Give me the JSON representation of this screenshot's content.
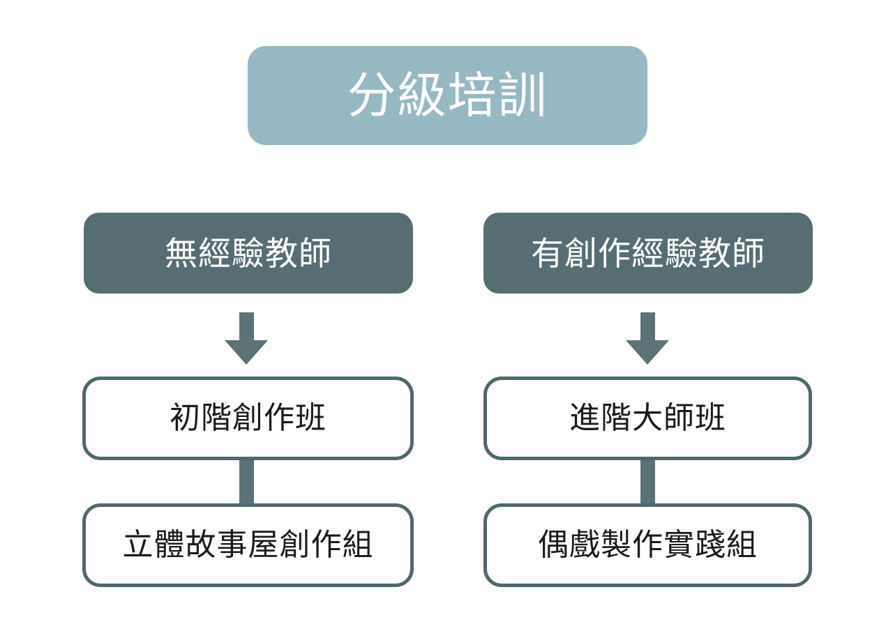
{
  "diagram": {
    "title": {
      "text": "分級培訓",
      "fill_color": "#96b8c2",
      "text_color": "#ffffff"
    },
    "colors": {
      "accent_light": "#96b8c2",
      "accent_dark": "#566e73",
      "outline": "#4f686d",
      "connector": "#5b7276",
      "background": "#ffffff",
      "body_text": "#1b1b1b"
    },
    "columns": [
      {
        "id": "no-experience",
        "header": "無經驗教師",
        "steps": [
          "初階創作班",
          "立體故事屋創作組"
        ],
        "connectors": [
          "down-arrow",
          "straight-bar"
        ]
      },
      {
        "id": "with-experience",
        "header": "有創作經驗教師",
        "steps": [
          "進階大師班",
          "偶戲製作實踐組"
        ],
        "connectors": [
          "down-arrow",
          "straight-bar"
        ]
      }
    ]
  }
}
